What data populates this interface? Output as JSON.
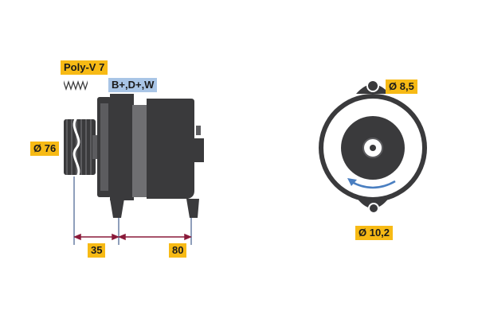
{
  "labels": {
    "belt": "Poly-V 7",
    "terminals": "B+,D+,W",
    "pulley_diameter": "Ø 76",
    "hole_top": "Ø 8,5",
    "hole_bottom": "Ø 10,2",
    "dim_pulley_offset": "35",
    "dim_body_length": "80"
  },
  "colors": {
    "label_bg": "#f7ba15",
    "terminal_bg": "#a9c5e6",
    "body_dark": "#3a3a3c",
    "body_mid": "#5c5c5f",
    "dimension": "#1f3f77",
    "dimension_arrow": "#8a1a3a",
    "rotation_arrow": "#4a7fc1"
  },
  "icons": {
    "belt_profile": "poly-v-groove-icon",
    "rotation": "clockwise-rotation-arrow-icon"
  }
}
